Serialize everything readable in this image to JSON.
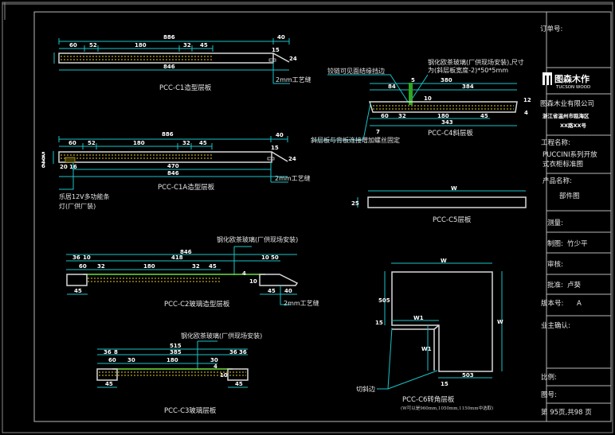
{
  "title_block": {
    "order_no_label": "订单号:",
    "logo_mark": "TT",
    "logo_cn": "图森木作",
    "logo_en": "TUCSON WOOD",
    "company": "图森木业有限公司",
    "address_line1": "浙江省温州市瓯海区",
    "address_line2": "XX路XX号",
    "project_label": "工程名称:",
    "project_line1": "PUCCINI系列开放",
    "project_line2": "式衣柜标准图",
    "product_label": "产品名称:",
    "product_value": "部件图",
    "measure_label": "测量:",
    "drawn_label": "制图:",
    "drawn_value": "竹少平",
    "review_label": "审核:",
    "approve_label": "批准:",
    "approve_value": "卢葵",
    "version_label": "版本号:",
    "version_value": "A",
    "owner_confirm_label": "业主确认:",
    "scale_label": "比例:",
    "drawing_no_label": "图号:",
    "page_info": "第 95页,共98 页"
  },
  "drawings": {
    "c1": {
      "caption": "PCC-C1造型层板",
      "dims_top": [
        "886",
        "40"
      ],
      "dims_mid": [
        "60",
        "52",
        "180",
        "32",
        "45"
      ],
      "dims_bottom": "846",
      "right_dims": [
        "15",
        "24"
      ],
      "note": "2mm工艺缝"
    },
    "c1a": {
      "caption": "PCC-C1A造型层板",
      "dims_top": [
        "886",
        "40"
      ],
      "dims_mid": [
        "60",
        "52",
        "180",
        "32",
        "45"
      ],
      "dims_bottom": [
        "20",
        "16",
        "470",
        "846"
      ],
      "left_dims": [
        "5",
        "8",
        "4",
        "6"
      ],
      "right_dims": [
        "15",
        "24"
      ],
      "note": "2mm工艺缝",
      "light_note_line1": "乐居12V多功能条",
      "light_note_line2": "灯(厂供厂装)"
    },
    "c4": {
      "caption": "PCC-C4斜层板",
      "note_left_top": "铰链可见面结缘挡边",
      "note_glass_line1": "钢化欧茶玻璃(厂供现场安装),尺寸",
      "note_glass_line2": "为(斜层板宽度-2)*50*5mm",
      "dims_top": [
        "5",
        "380"
      ],
      "dims_second": [
        "84",
        "384"
      ],
      "dims_mid": [
        "10"
      ],
      "dims_bottom": [
        "60",
        "32",
        "180",
        "45"
      ],
      "dims_total": "343",
      "dims_small": "7",
      "right_dims": [
        "12",
        "4"
      ],
      "note_bottom": "斜层板与背板连接增加螺丝固定"
    },
    "c5": {
      "caption": "PCC-C5层板",
      "dim_top": "W",
      "dim_side": "25"
    },
    "c2": {
      "caption": "PCC-C2玻璃造型层板",
      "glass_note": "钢化欧茶玻璃(厂供现场安装)",
      "dims_top": "846",
      "dims_second": [
        "36",
        "10",
        "418",
        "10",
        "50"
      ],
      "dims_third": [
        "60",
        "32",
        "180",
        "32",
        "45"
      ],
      "dims_bottom_left": "45",
      "dims_bottom_right": [
        "45",
        "40"
      ],
      "right_dims": [
        "4",
        "10"
      ],
      "note": "2mm工艺缝"
    },
    "c3": {
      "caption": "PCC-C3玻璃层板",
      "glass_note": "钢化欧茶玻璃(厂供现场安装)",
      "dims_top": "515",
      "dims_second": [
        "36",
        "8",
        "385",
        "36",
        "36"
      ],
      "dims_third": [
        "60",
        "30",
        "180",
        "30"
      ],
      "dims_bottom": [
        "45",
        "45"
      ],
      "right_dims": [
        "4",
        "10"
      ]
    },
    "c6": {
      "caption": "PCC-C6转角层板",
      "caption_note": "(W可以是960mm,1050mm,1150mm中选取)",
      "dim_top": "W",
      "dim_right": "W",
      "dim_left": "505",
      "dim_left_small": "15",
      "dim_inner": "W1",
      "dim_inner_vertical": "W1",
      "dim_bottom": "503",
      "dim_bottom_small": "15",
      "cut_note": "切斜边"
    }
  }
}
